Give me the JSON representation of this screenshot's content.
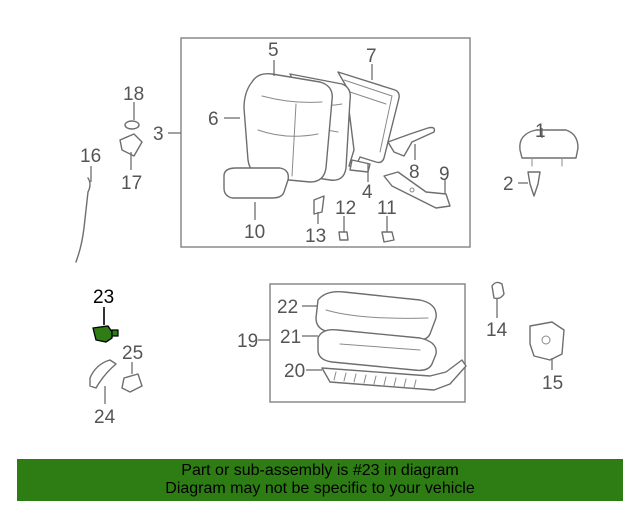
{
  "diagram": {
    "callouts": {
      "c1": "1",
      "c2": "2",
      "c3": "3",
      "c4": "4",
      "c5": "5",
      "c6": "6",
      "c7": "7",
      "c8": "8",
      "c9": "9",
      "c10": "10",
      "c11": "11",
      "c12": "12",
      "c13": "13",
      "c14": "14",
      "c15": "15",
      "c16": "16",
      "c17": "17",
      "c18": "18",
      "c19": "19",
      "c20": "20",
      "c21": "21",
      "c22": "22",
      "c23": "23",
      "c24": "24",
      "c25": "25"
    },
    "highlighted_part": "23",
    "highlight_color": "#2e7d14"
  },
  "banner": {
    "line1": "Part or sub-assembly is #23 in diagram",
    "line2": "Diagram may not be specific to your vehicle",
    "background": "#2e7d14"
  }
}
